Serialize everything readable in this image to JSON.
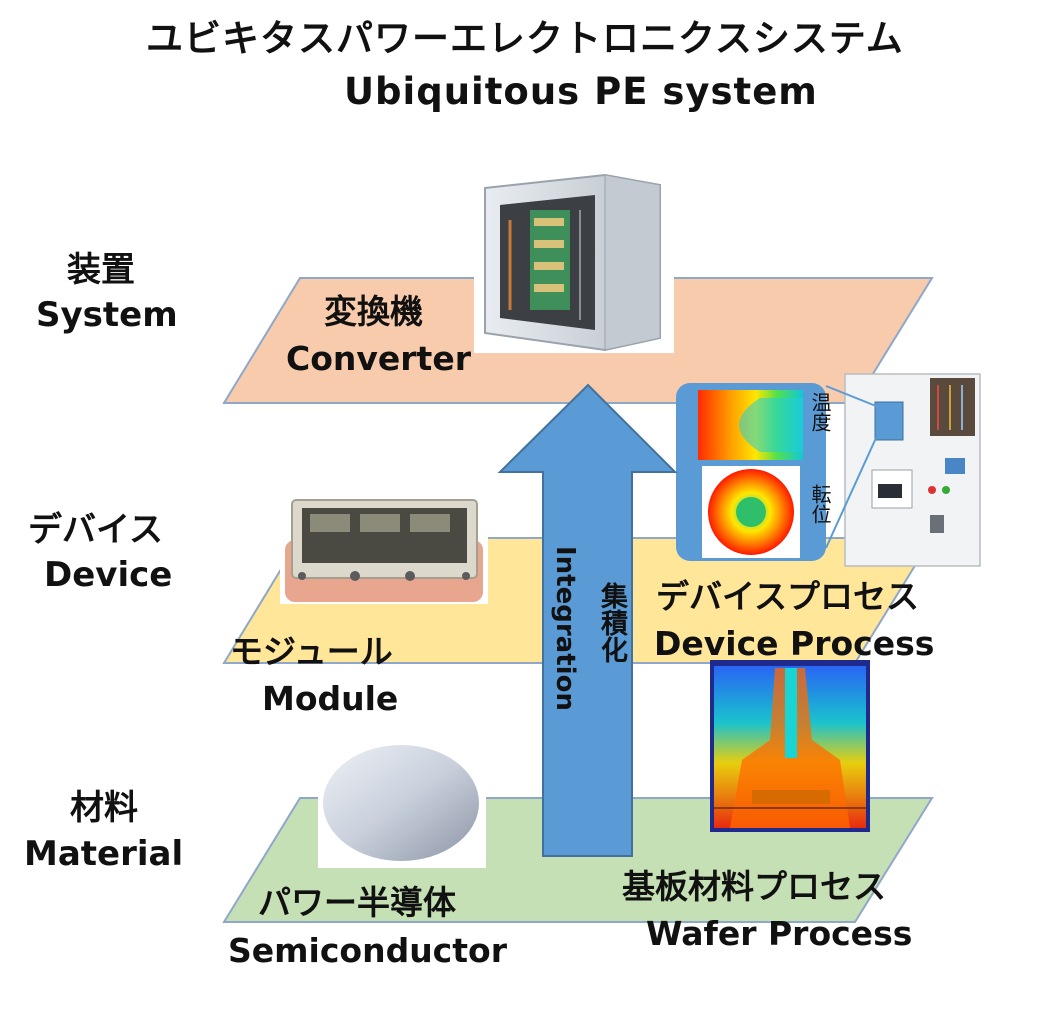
{
  "title": {
    "jp": "ユビキタスパワーエレクトロニクスシステム",
    "en": "Ubiquitous PE system"
  },
  "levels": [
    {
      "jp": "装置",
      "en": "System"
    },
    {
      "jp": "デバイス",
      "en": "Device"
    },
    {
      "jp": "材料",
      "en": "Material"
    }
  ],
  "items": {
    "converter": {
      "jp": "変換機",
      "en": "Converter"
    },
    "module": {
      "jp": "モジュール",
      "en": "Module"
    },
    "device_process": {
      "jp": "デバイスプロセス",
      "en": "Device Process"
    },
    "semiconductor": {
      "jp": "パワー半導体",
      "en": "Semiconductor"
    },
    "wafer_process": {
      "jp": "基板材料プロセス",
      "en": "Wafer Process"
    }
  },
  "arrow": {
    "jp": "集積化",
    "en": "Integration"
  },
  "sim_labels": {
    "temperature": "温度",
    "displacement": "転位"
  },
  "colors": {
    "system_plane": "#f8cbad",
    "device_plane": "#ffe699",
    "material_plane": "#c5e0b4",
    "plane_stroke": "#8fa7c9",
    "arrow": "#5b9bd5",
    "sim_panel": "#5b9bd5"
  }
}
